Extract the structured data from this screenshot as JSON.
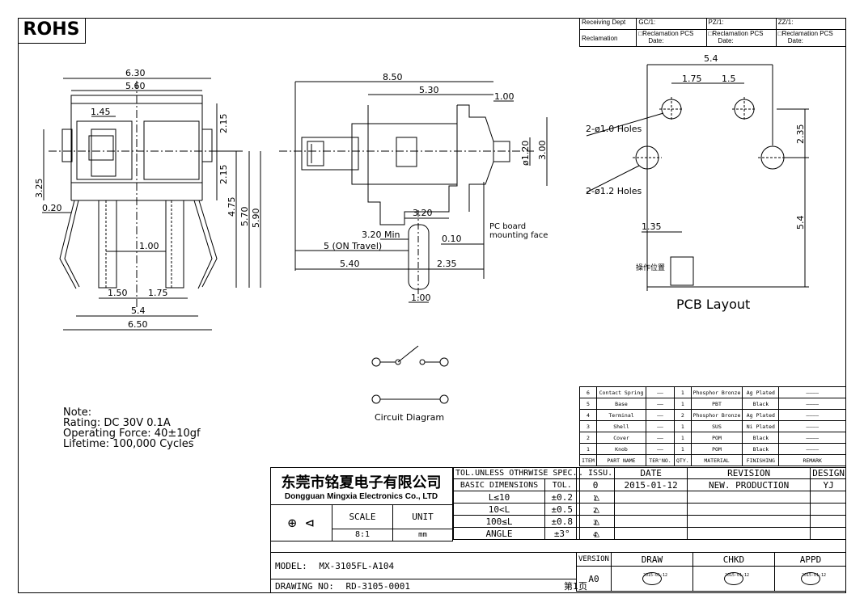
{
  "header": {
    "badge": "ROHS"
  },
  "receiving": {
    "dept_label": "Receiving Dept",
    "gc": "GC/1:",
    "pz": "PZ/1:",
    "zz": "ZZ/1:",
    "reclamation_label": "Reclamation",
    "reclamation_cell": "□Reclamation  PCS",
    "date_label": "Date:"
  },
  "side_view": {
    "dims": [
      "6.30",
      "5.60",
      "1.45",
      "2.15",
      "2.15",
      "3.25",
      "0.20",
      "4.75",
      "5.70",
      "5.90",
      "1.00",
      "1.50",
      "1.75",
      "5.4",
      "6.50"
    ]
  },
  "front_view": {
    "dims": [
      "8.50",
      "5.30",
      "1.00",
      "ø1.20",
      "3.00",
      "3.20",
      "3.20 Min",
      "5 (ON Travel)",
      "0.10",
      "5.40",
      "2.35",
      "1.00"
    ],
    "pc_board_label": [
      "PC board",
      "mounting face"
    ]
  },
  "pcb": {
    "dims": [
      "5.4",
      "1.75",
      "1.5",
      "2.35",
      "1.35",
      "5.4"
    ],
    "hole_label_1": "2-ø1.0 Holes",
    "hole_label_2": "2-ø1.2 Holes",
    "operate_label": "操作位置",
    "title": "PCB Layout"
  },
  "circuit": {
    "title": "Circuit Diagram"
  },
  "notes": [
    "Note:",
    "Rating: DC 30V 0.1A",
    "Operating Force: 40±10gf",
    "Lifetime: 100,000 Cycles"
  ],
  "bom": {
    "rows": [
      [
        "6",
        "Contact Spring",
        "——",
        "1",
        "Phosphor Bronze",
        "Ag Plated",
        "————"
      ],
      [
        "5",
        "Base",
        "——",
        "1",
        "PBT",
        "Black",
        "————"
      ],
      [
        "4",
        "Terminal",
        "——",
        "2",
        "Phosphor Bronze",
        "Ag Plated",
        "————"
      ],
      [
        "3",
        "Shell",
        "——",
        "1",
        "SUS",
        "Ni Plated",
        "————"
      ],
      [
        "2",
        "Cover",
        "——",
        "1",
        "POM",
        "Black",
        "————"
      ],
      [
        "1",
        "Knob",
        "——",
        "1",
        "POM",
        "Black",
        "————"
      ]
    ],
    "headers": [
      "ITEM",
      "PART NAME",
      "TER'NO.",
      "QTY.",
      "MATERIAL",
      "FINISHING",
      "REMARK"
    ]
  },
  "title_block": {
    "company_cn": "东莞市铭夏电子有限公司",
    "company_en": "Dongguan Mingxia Electronics Co., LTD",
    "tol_title": "TOL.UNLESS OTHRWISE SPEC.",
    "basic_dim": "BASIC DIMENSIONS",
    "tol": "TOL.",
    "tol_rows": [
      [
        "L≤10",
        "±0.2"
      ],
      [
        "10<L",
        "±0.5"
      ],
      [
        "100≤L",
        "±0.8"
      ],
      [
        "ANGLE",
        "±3°"
      ]
    ],
    "scale_label": "SCALE",
    "unit_label": "UNIT",
    "scale": "8:1",
    "unit": "mm",
    "issu": ". ISSU.",
    "date": "DATE",
    "revision": "REVISION",
    "design": "DESIGN",
    "rev_no": "0",
    "rev_date": "2015-01-12",
    "rev_text": "NEW. PRODUCTION",
    "designer": "YJ",
    "markers": [
      "1",
      "2",
      "3",
      "4"
    ],
    "version_label": "VERSION",
    "version": "A0",
    "draw": "DRAW",
    "chkd": "CHKD",
    "appd": "APPD",
    "model_label": "MODEL:",
    "model": "MX-3105FL-A104",
    "drawing_label": "DRAWING NO:",
    "drawing_no": "RD-3105-0001",
    "page": "第1页",
    "stamp_date": "2015-01-12"
  }
}
